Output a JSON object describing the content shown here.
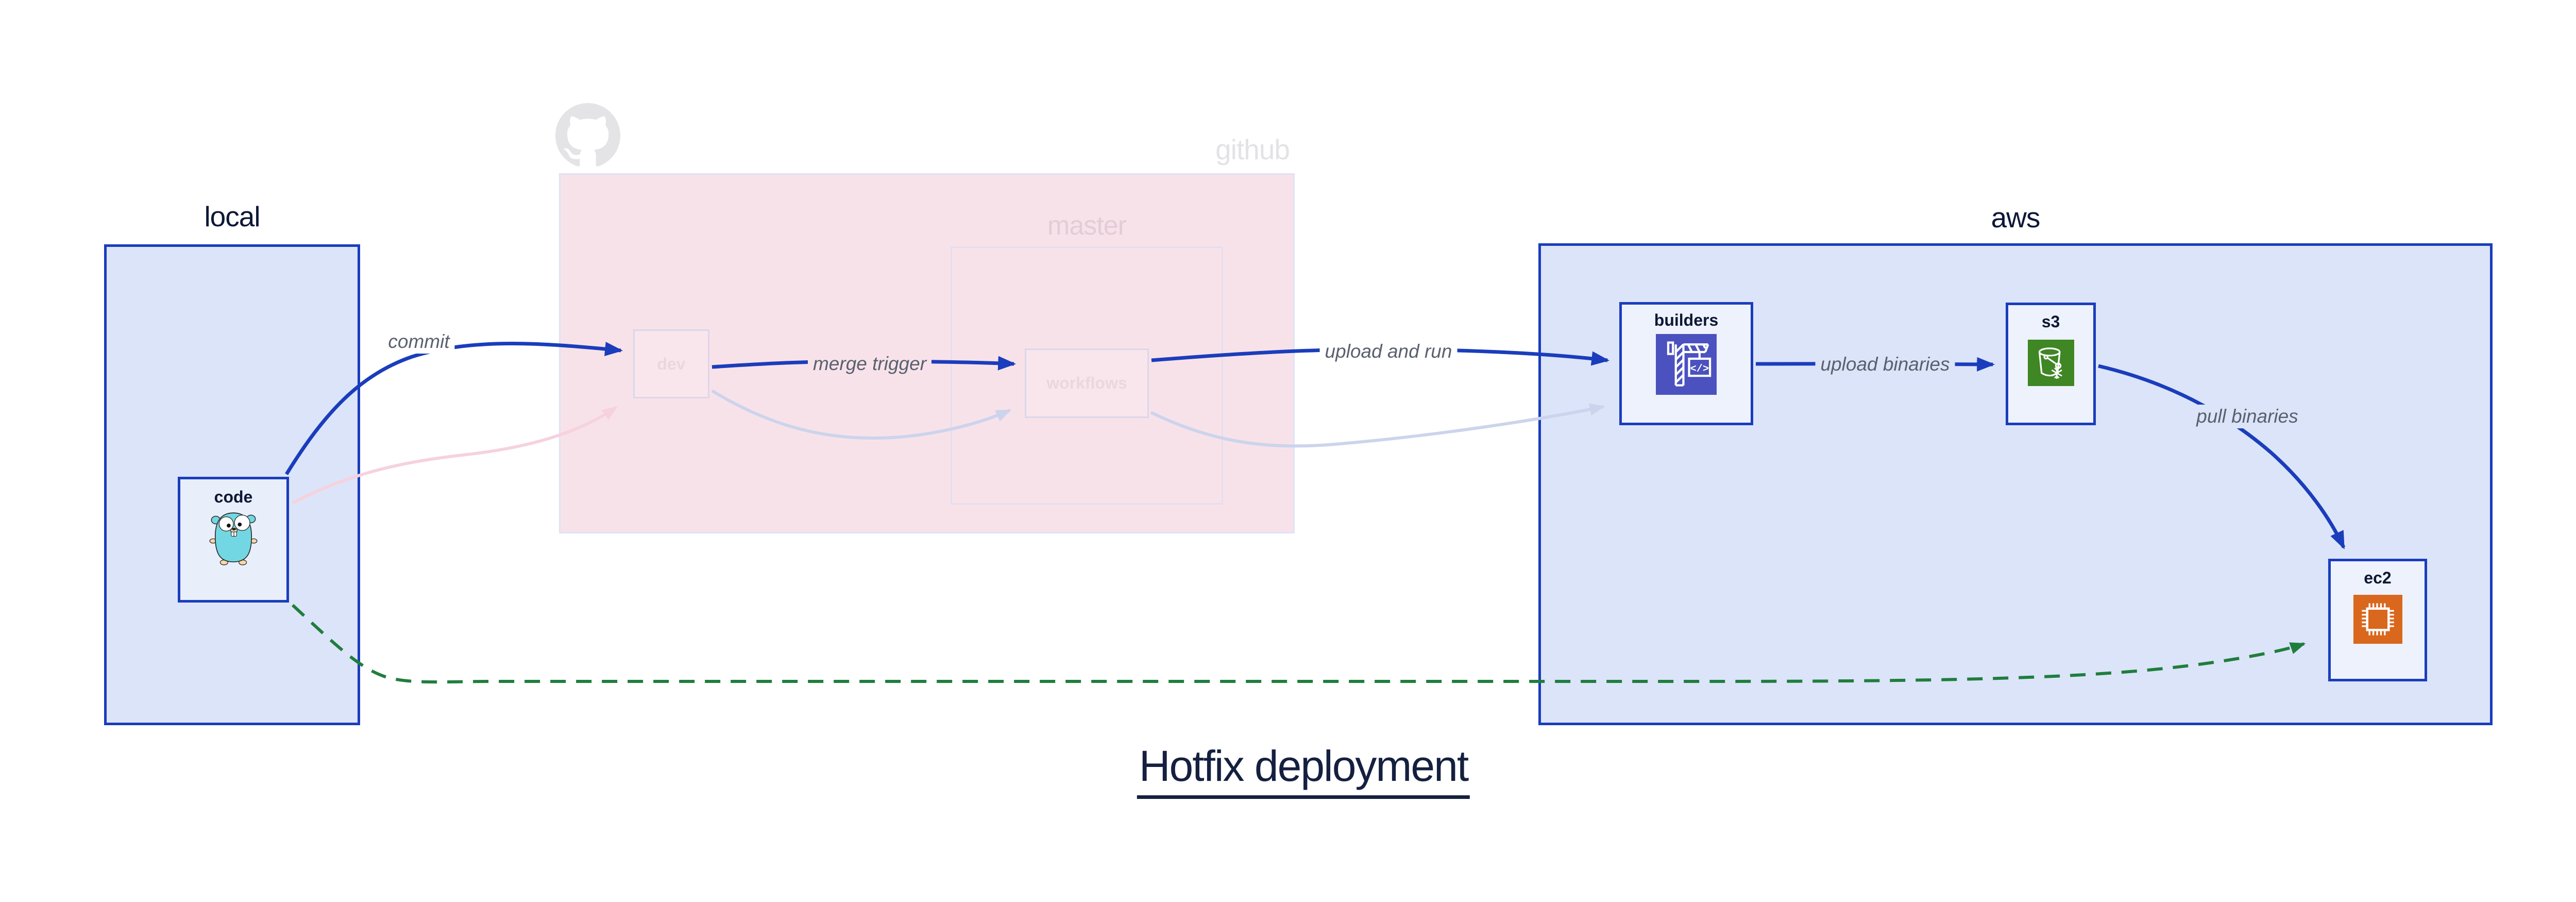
{
  "title": "Hotfix deployment",
  "regions": {
    "local": {
      "label": "local"
    },
    "github": {
      "label": "github",
      "branch_label": "master"
    },
    "aws": {
      "label": "aws"
    }
  },
  "nodes": {
    "code": {
      "label": "code",
      "icon": "go-gopher-icon"
    },
    "dev": {
      "label": "dev",
      "state": "faded"
    },
    "workflows": {
      "label": "workflows",
      "state": "faded"
    },
    "builders": {
      "label": "builders",
      "icon": "aws-codebuild-crane-icon",
      "icon_glyph": "</>"
    },
    "s3": {
      "label": "s3",
      "icon": "aws-s3-bucket-snowflake-icon"
    },
    "ec2": {
      "label": "ec2",
      "icon": "aws-ec2-chip-icon"
    }
  },
  "edges": [
    {
      "from": "code",
      "to": "dev",
      "label": "commit",
      "style": "solid-blue"
    },
    {
      "from": "dev",
      "to": "workflows",
      "label": "merge trigger",
      "style": "solid-blue"
    },
    {
      "from": "workflows",
      "to": "builders",
      "label": "upload and run",
      "style": "solid-blue"
    },
    {
      "from": "builders",
      "to": "s3",
      "label": "upload binaries",
      "style": "solid-blue"
    },
    {
      "from": "s3",
      "to": "ec2",
      "label": "pull binaries",
      "style": "solid-blue"
    },
    {
      "from": "code",
      "to": "ec2",
      "label": "",
      "style": "dashed-green"
    },
    {
      "from": "code",
      "to": "dev",
      "label": "",
      "style": "faded-pink"
    },
    {
      "from": "dev",
      "to": "workflows",
      "label": "",
      "style": "faded-lavender"
    },
    {
      "from": "workflows",
      "to": "builders",
      "label": "",
      "style": "faded-lavender"
    }
  ],
  "colors": {
    "arrow_blue": "#1a3dbc",
    "arrow_green_dashed": "#1f7e3d",
    "arrow_pink_faded": "#f6d2de",
    "arrow_lavender_faded": "#ccd4ed",
    "region_blue_fill": "#dce4f9",
    "region_blue_border": "#1a3dbc",
    "region_pink_fill": "#f8e2e9",
    "node_fill": "#eef2fc",
    "faded_node_fill": "#f9e6ec",
    "codebuild_purple": "#4b51bf",
    "s3_green": "#3f8624",
    "ec2_orange": "#d9671d",
    "gopher_teal": "#72d7e2",
    "faded_gray_text": "#e3e3e6",
    "faded_pink_text": "#e3ccd7",
    "edge_label_gray": "#59616f",
    "title_navy": "#152040"
  }
}
